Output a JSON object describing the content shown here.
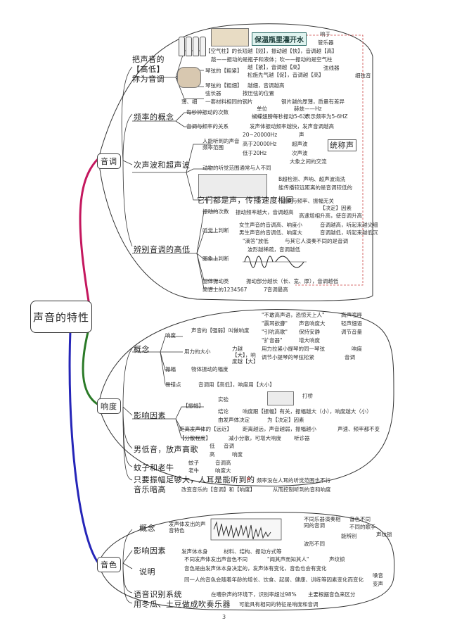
{
  "root": "声音的特性",
  "page_number": "3",
  "branches": {
    "pitch": "音调",
    "loudness": "响度",
    "timbre": "音色"
  },
  "pitch": {
    "def_heading": "把声音的【高低】称为音调",
    "bottle_title": "保温瓶里灌开水",
    "bottle_notes": [
      "响于",
      "管乐器"
    ],
    "air_col": "【空气柱】的长短越【短】，振动越【快】，音调越【高】",
    "blow": "敲——振动的是瓶子和液体；吹——振动的是空气柱",
    "string_thick": "琴弦的【粗紧】",
    "string_thick_r1": "越【紧】，音调越【高】",
    "string_thick_r2": "松施先气越【促】，音调越【高】",
    "string_notes": [
      "弦线器",
      "细弦音"
    ],
    "string_len": "琴弦的【粗细】",
    "string_len_r": "越细，音调越高",
    "string_pos": "弦长器",
    "string_pos_r": "按压弦的位置",
    "thin_thick": "薄、细",
    "thin_thick_r": "一套材料相同的钢片",
    "thin_thick_r2": "钢片越的厚薄，质量有差异",
    "freq_concept": "频率的概念",
    "freq_def": "每秒钟振动的次数",
    "unit_label": "单位",
    "unit_value": "赫兹——Hz",
    "freq_example": "蝴蝶翅膀每秒振动5-6次",
    "freq_example_r": "表示频率为5-6HZ",
    "pitch_freq": "音调与频率的关系",
    "pitch_freq_r": "发声体振动频率越快，发声音调越高",
    "ultra_heading": "次声波和超声波",
    "human_range_label": "人能听到的声音频率范围",
    "range_main": "20~20000Hz",
    "range_high": "高于20000Hz",
    "range_low": "低于20Hz",
    "range_high_r": "超声波",
    "range_low_r": "次声波",
    "sound_label": "声",
    "collective": "统称声",
    "infra_example": "大象之间的交流",
    "animal_range": "动物的听觉范围通常与人不同",
    "ultra_uses": [
      "B超检测、声呐、超声波清洗",
      "能传播较远距离的是音调较低的"
    ],
    "same_speed": "它们都是声，传播速度相同",
    "same_speed_r": "速度与频率、振幅无关",
    "judge_heading": "辨别音调的高低",
    "vib_count": "振动的次数",
    "vib_count_r": "振动频率越大，音调越高",
    "water_notes": [
      "【决定】因素",
      "高速增相升高，使音调升高"
    ],
    "hearing": "听觉上判断",
    "hearing_items": [
      "女生声音的音调高、响度小",
      "男生声音的音调低、响度大"
    ],
    "hearing_r": [
      "音调越高，听起来越尖细",
      "音调越低，听起来越低沉"
    ],
    "doremi": "\"滴答\"放低",
    "doremi_r": "与其它人演奏不同的是音调",
    "image_judge": "图象上判断",
    "image_wave": "波形越稀疏，音调越低",
    "solid_vib": "固体振动类",
    "solid_vib_r": "振动部分越长（长、宽、厚），音调越低",
    "score": "简谱上的1234567",
    "score_r": "7音调最高"
  },
  "loudness": {
    "concept": "概念",
    "loud": "响度",
    "loud_def": "声音的【强弱】叫做响度",
    "loud_words": [
      "\"震耳欲聋\"",
      "\"引吭高歌\"",
      "\"扩音器\""
    ],
    "loud_words_r": [
      "\"不敢高声语，恐惊天上人\"",
      "高声喧哗"
    ],
    "loud_meaning": [
      "声音响度大",
      "增大响度"
    ],
    "loud_examples": [
      "震耳欲聋",
      "轻声细语",
      "调节音量"
    ],
    "loud_examples_r": [
      "保持安静",
      "增大响度"
    ],
    "force": "用力的大小",
    "force_r": "力越【大】，响度越【大】",
    "force_e": [
      "用力拉紧小提琴的同一琴弦",
      "调节小提琴的琴弦松紧"
    ],
    "force_e_r": [
      "响度",
      "音调"
    ],
    "amplitude": "振幅",
    "amplitude_def": "物体振动的幅度",
    "easy_mistake": "易错点",
    "easy_mistake_r": "音调用【高低】，响度用【大小】",
    "factor_heading": "影响因素",
    "factor_amp": "【振幅】",
    "experiment": "实验",
    "knock": "打桥",
    "conclusion": "结论",
    "conclusion_r": "响度跟【振幅】有关，振幅越大（小），响度越大（小）",
    "decide": "由发声体决定",
    "decide_r": "为【决定】因素",
    "distance": "距离发声体的【远近】",
    "distance_r": "距离越远，声音越弱，振幅越小",
    "distance_r2": "声速、频率都不变",
    "disperse": "【分散程度】",
    "disperse_r": "减小分散，可增大响度",
    "disperse_r2": "听诊器",
    "male_low": "男低音，放声高歌",
    "male_low_items": [
      "低",
      "高"
    ],
    "male_low_r": [
      "音调",
      "响度"
    ],
    "mosquito": "蚊子和老牛",
    "mosquito_items": [
      "蚊子",
      "老牛"
    ],
    "mosquito_r": [
      "音调高",
      "响度大"
    ],
    "enough": "只要振幅足够大，人耳是能听到的",
    "enough_r": "频率没在人耳的听觉范围也不行",
    "music": "音乐暗高",
    "music_r": "改变音乐的【音调】和【响度】",
    "music_r2": "从而控制听到的音和响度"
  },
  "timbre": {
    "concept": "概念",
    "concept_def": "发声体发出的声音特色",
    "wave_notes": [
      "不同乐器演奏相同的音调",
      "音色不同",
      "不同的歌手"
    ],
    "wave_r": [
      "能辨别",
      "声纹锁",
      "波形不同"
    ],
    "factor": "影响因素",
    "factor_r": "发声体本身",
    "factor_items": "材料、结构、振动方式等",
    "explain": "说明",
    "explain_items": [
      "不同发声体发出声音色不同",
      "音色是由发声体本身决定的，发声体有变化，音色也会有变化",
      "同一人的音色会随着年龄的增长、饮食、起居、健康、训练等因素变化而变化"
    ],
    "explain_r": [
      "\"闻其声而知其人\"",
      "声纹锁"
    ],
    "change_r": [
      "嗓音",
      "变声"
    ],
    "voice": "语音识别系统",
    "voice_r": "在嘈杂声的环境下，识别率超过98%",
    "voice_r2": "主要根据音色来区分",
    "instrument": "用冬瓜、土豆做成吹奏乐器",
    "instrument_r": "可能具有相同的特征是响度和音调"
  }
}
